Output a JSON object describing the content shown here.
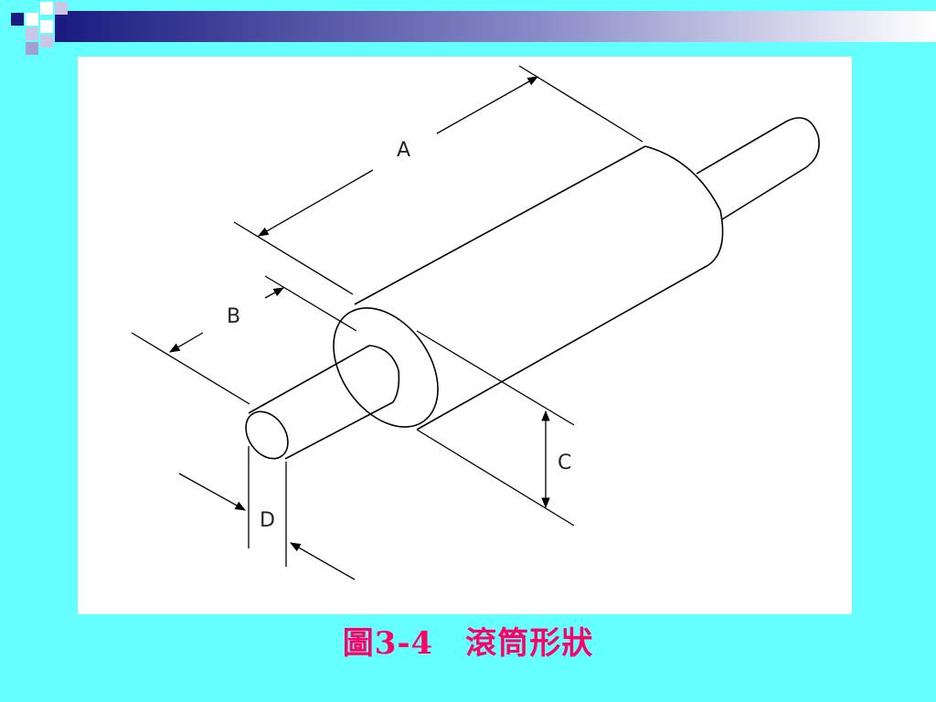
{
  "colors": {
    "background": "#66ffff",
    "panel": "#ffffff",
    "caption": "#ff0066",
    "bar_dark": "#1a1a80",
    "bar_light": "#ffffff",
    "line": "#000000"
  },
  "figure": {
    "dimension_labels": {
      "a": "A",
      "b": "B",
      "c": "C",
      "d": "D"
    }
  },
  "caption": {
    "text": "圖3-4　滾筒形狀"
  }
}
